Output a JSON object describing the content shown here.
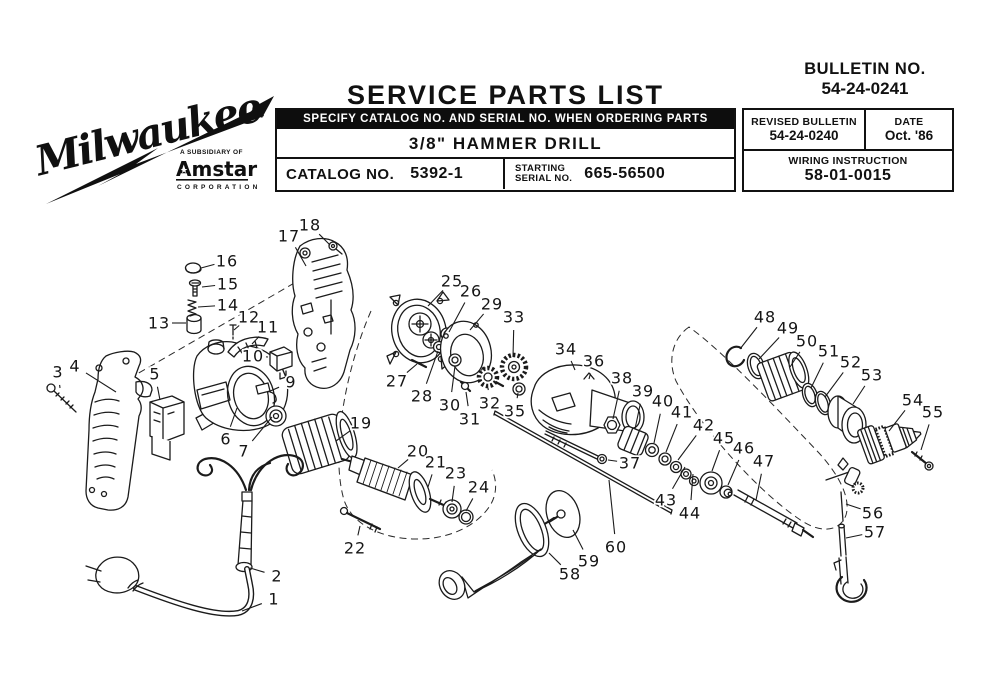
{
  "logo": {
    "brand": "Milwaukee",
    "subsidiary": "A SUBSIDIARY OF",
    "parent": "Amstar",
    "parent_sub": "CORPORATION"
  },
  "header": {
    "title": "SERVICE PARTS LIST",
    "specify_line": "SPECIFY CATALOG NO. AND SERIAL NO. WHEN ORDERING PARTS",
    "product": "3/8\" HAMMER DRILL",
    "catalog_label": "CATALOG NO.",
    "catalog_value": "5392-1",
    "serial_label_line1": "STARTING",
    "serial_label_line2": "SERIAL NO.",
    "serial_value": "665-56500",
    "bulletin_label": "BULLETIN NO.",
    "bulletin_value": "54-24-0241",
    "revised_label": "REVISED BULLETIN",
    "revised_value": "54-24-0240",
    "date_label": "DATE",
    "date_value": "Oct. '86",
    "wiring_label": "WIRING INSTRUCTION",
    "wiring_value": "58-01-0015"
  },
  "diagram": {
    "parts": [
      {
        "n": "1",
        "l": [
          274,
          599
        ],
        "t": [
          242,
          611
        ]
      },
      {
        "n": "2",
        "l": [
          277,
          576
        ],
        "t": [
          250,
          568
        ]
      },
      {
        "n": "3",
        "l": [
          58,
          372
        ],
        "t": [
          60,
          388
        ]
      },
      {
        "n": "4",
        "l": [
          75,
          366
        ],
        "t": [
          116,
          392
        ]
      },
      {
        "n": "5",
        "l": [
          155,
          374
        ],
        "t": [
          160,
          400
        ]
      },
      {
        "n": "6",
        "l": [
          226,
          439
        ],
        "t": [
          237,
          408
        ]
      },
      {
        "n": "7",
        "l": [
          244,
          451
        ],
        "t": [
          272,
          417
        ]
      },
      {
        "n": "9",
        "l": [
          291,
          382
        ],
        "t": [
          268,
          392
        ]
      },
      {
        "n": "10",
        "l": [
          253,
          356
        ],
        "t": [
          268,
          357
        ]
      },
      {
        "n": "11",
        "l": [
          268,
          327
        ],
        "t": [
          252,
          344
        ]
      },
      {
        "n": "12",
        "l": [
          249,
          317
        ],
        "t": [
          234,
          330
        ]
      },
      {
        "n": "13",
        "l": [
          159,
          323
        ],
        "t": [
          186,
          323
        ]
      },
      {
        "n": "14",
        "l": [
          228,
          305
        ],
        "t": [
          198,
          307
        ]
      },
      {
        "n": "15",
        "l": [
          228,
          284
        ],
        "t": [
          202,
          287
        ]
      },
      {
        "n": "16",
        "l": [
          227,
          261
        ],
        "t": [
          201,
          268
        ]
      },
      {
        "n": "17",
        "l": [
          289,
          236
        ],
        "t": [
          306,
          266
        ]
      },
      {
        "n": "18",
        "l": [
          310,
          225
        ],
        "t": [
          330,
          245
        ]
      },
      {
        "n": "19",
        "l": [
          361,
          423
        ],
        "t": [
          336,
          441
        ]
      },
      {
        "n": "20",
        "l": [
          418,
          451
        ],
        "t": [
          398,
          468
        ]
      },
      {
        "n": "21",
        "l": [
          436,
          462
        ],
        "t": [
          428,
          487
        ]
      },
      {
        "n": "22",
        "l": [
          355,
          548
        ],
        "t": [
          360,
          526
        ]
      },
      {
        "n": "23",
        "l": [
          456,
          473
        ],
        "t": [
          452,
          502
        ]
      },
      {
        "n": "24",
        "l": [
          479,
          487
        ],
        "t": [
          466,
          511
        ]
      },
      {
        "n": "25",
        "l": [
          452,
          281
        ],
        "t": [
          428,
          306
        ]
      },
      {
        "n": "26",
        "l": [
          471,
          291
        ],
        "t": [
          449,
          332
        ]
      },
      {
        "n": "27",
        "l": [
          397,
          381
        ],
        "t": [
          417,
          364
        ]
      },
      {
        "n": "28",
        "l": [
          422,
          396
        ],
        "t": [
          438,
          351
        ]
      },
      {
        "n": "29",
        "l": [
          492,
          304
        ],
        "t": [
          470,
          330
        ]
      },
      {
        "n": "30",
        "l": [
          450,
          405
        ],
        "t": [
          455,
          366
        ]
      },
      {
        "n": "31",
        "l": [
          470,
          419
        ],
        "t": [
          466,
          392
        ]
      },
      {
        "n": "32",
        "l": [
          490,
          403
        ],
        "t": [
          488,
          388
        ]
      },
      {
        "n": "33",
        "l": [
          514,
          317
        ],
        "t": [
          513,
          357
        ]
      },
      {
        "n": "34",
        "l": [
          566,
          349
        ],
        "t": [
          575,
          370
        ]
      },
      {
        "n": "35",
        "l": [
          515,
          411
        ],
        "t": [
          518,
          393
        ]
      },
      {
        "n": "36",
        "l": [
          594,
          361
        ],
        "t": [
          589,
          379
        ]
      },
      {
        "n": "37",
        "l": [
          630,
          463
        ],
        "t": [
          608,
          460
        ]
      },
      {
        "n": "38",
        "l": [
          622,
          378
        ],
        "t": [
          613,
          419
        ]
      },
      {
        "n": "39",
        "l": [
          643,
          391
        ],
        "t": [
          635,
          429
        ]
      },
      {
        "n": "40",
        "l": [
          663,
          401
        ],
        "t": [
          654,
          443
        ]
      },
      {
        "n": "41",
        "l": [
          682,
          412
        ],
        "t": [
          666,
          452
        ]
      },
      {
        "n": "42",
        "l": [
          704,
          425
        ],
        "t": [
          678,
          460
        ]
      },
      {
        "n": "43",
        "l": [
          666,
          500
        ],
        "t": [
          685,
          467
        ]
      },
      {
        "n": "44",
        "l": [
          690,
          513
        ],
        "t": [
          693,
          474
        ]
      },
      {
        "n": "45",
        "l": [
          724,
          438
        ],
        "t": [
          712,
          471
        ]
      },
      {
        "n": "46",
        "l": [
          744,
          448
        ],
        "t": [
          728,
          485
        ]
      },
      {
        "n": "47",
        "l": [
          764,
          461
        ],
        "t": [
          756,
          500
        ]
      },
      {
        "n": "48",
        "l": [
          765,
          317
        ],
        "t": [
          740,
          349
        ]
      },
      {
        "n": "49",
        "l": [
          788,
          328
        ],
        "t": [
          759,
          359
        ]
      },
      {
        "n": "50",
        "l": [
          807,
          341
        ],
        "t": [
          790,
          367
        ]
      },
      {
        "n": "51",
        "l": [
          829,
          351
        ],
        "t": [
          811,
          388
        ]
      },
      {
        "n": "52",
        "l": [
          851,
          362
        ],
        "t": [
          825,
          397
        ]
      },
      {
        "n": "53",
        "l": [
          872,
          375
        ],
        "t": [
          853,
          404
        ]
      },
      {
        "n": "54",
        "l": [
          913,
          400
        ],
        "t": [
          889,
          431
        ]
      },
      {
        "n": "55",
        "l": [
          933,
          412
        ],
        "t": [
          921,
          450
        ]
      },
      {
        "n": "56",
        "l": [
          873,
          513
        ],
        "t": [
          846,
          504
        ]
      },
      {
        "n": "57",
        "l": [
          875,
          532
        ],
        "t": [
          846,
          538
        ]
      },
      {
        "n": "58",
        "l": [
          570,
          574
        ],
        "t": [
          549,
          553
        ]
      },
      {
        "n": "59",
        "l": [
          589,
          561
        ],
        "t": [
          573,
          530
        ]
      },
      {
        "n": "60",
        "l": [
          616,
          547
        ],
        "t": [
          609,
          480
        ]
      }
    ]
  }
}
